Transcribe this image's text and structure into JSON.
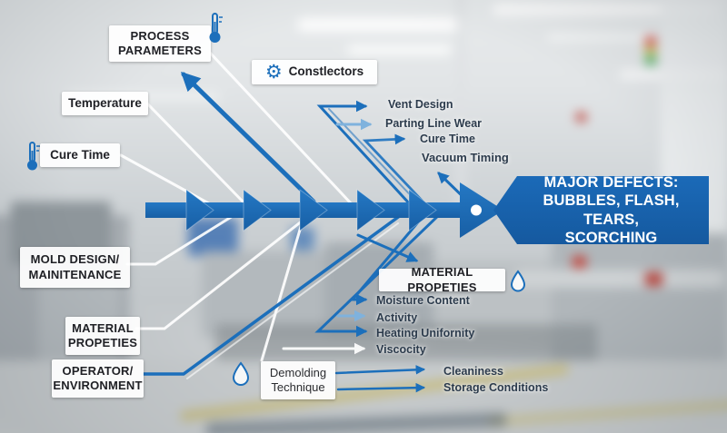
{
  "banner": {
    "line1": "MAJOR DEFECTS:",
    "line2": "BUBBLES, FLASH, TEARS,",
    "line3": "SCORCHING"
  },
  "categories": {
    "process_parameters": {
      "line1": "PROCESS",
      "line2": "PARAMETERS",
      "icon": "thermometer-icon"
    },
    "connectors": {
      "label": "Constlectors",
      "icon": "gear-icon"
    },
    "temperature": {
      "label": "Temperature"
    },
    "cure_time": {
      "label": "Cure Time",
      "icon": "thermometer-icon"
    },
    "mold_design": {
      "line1": "MOLD DESIGN/",
      "line2": "MAINITENANCE"
    },
    "material_properties_left": {
      "line1": "MATERIAL",
      "line2": "PROPETIES"
    },
    "operator_environment": {
      "line1": "OPERATOR/",
      "line2": "ENVIRONMENT"
    },
    "material_properties_right": {
      "label": "MATERIAL PROPETIES",
      "icon": "droplet-icon"
    },
    "demolding_technique": {
      "line1": "Demolding",
      "line2": "Technique",
      "icon": "droplet-icon"
    }
  },
  "causes": {
    "top_right": [
      "Vent Design",
      "Parting Line Wear",
      "Cure Time",
      "Vacuum Timing"
    ],
    "material_right": [
      "Moisture Content",
      "Activity",
      "Heating Unifornity",
      "Viscocity"
    ],
    "demolding": [
      "Cleaniness",
      "Storage Conditions"
    ]
  },
  "colors": {
    "spine_blue": "#1e6fb8",
    "banner_blue": "#15599f",
    "light_blue": "#7fb2dd",
    "line_white": "#ffffff",
    "tag_text": "#2c3b4c"
  }
}
